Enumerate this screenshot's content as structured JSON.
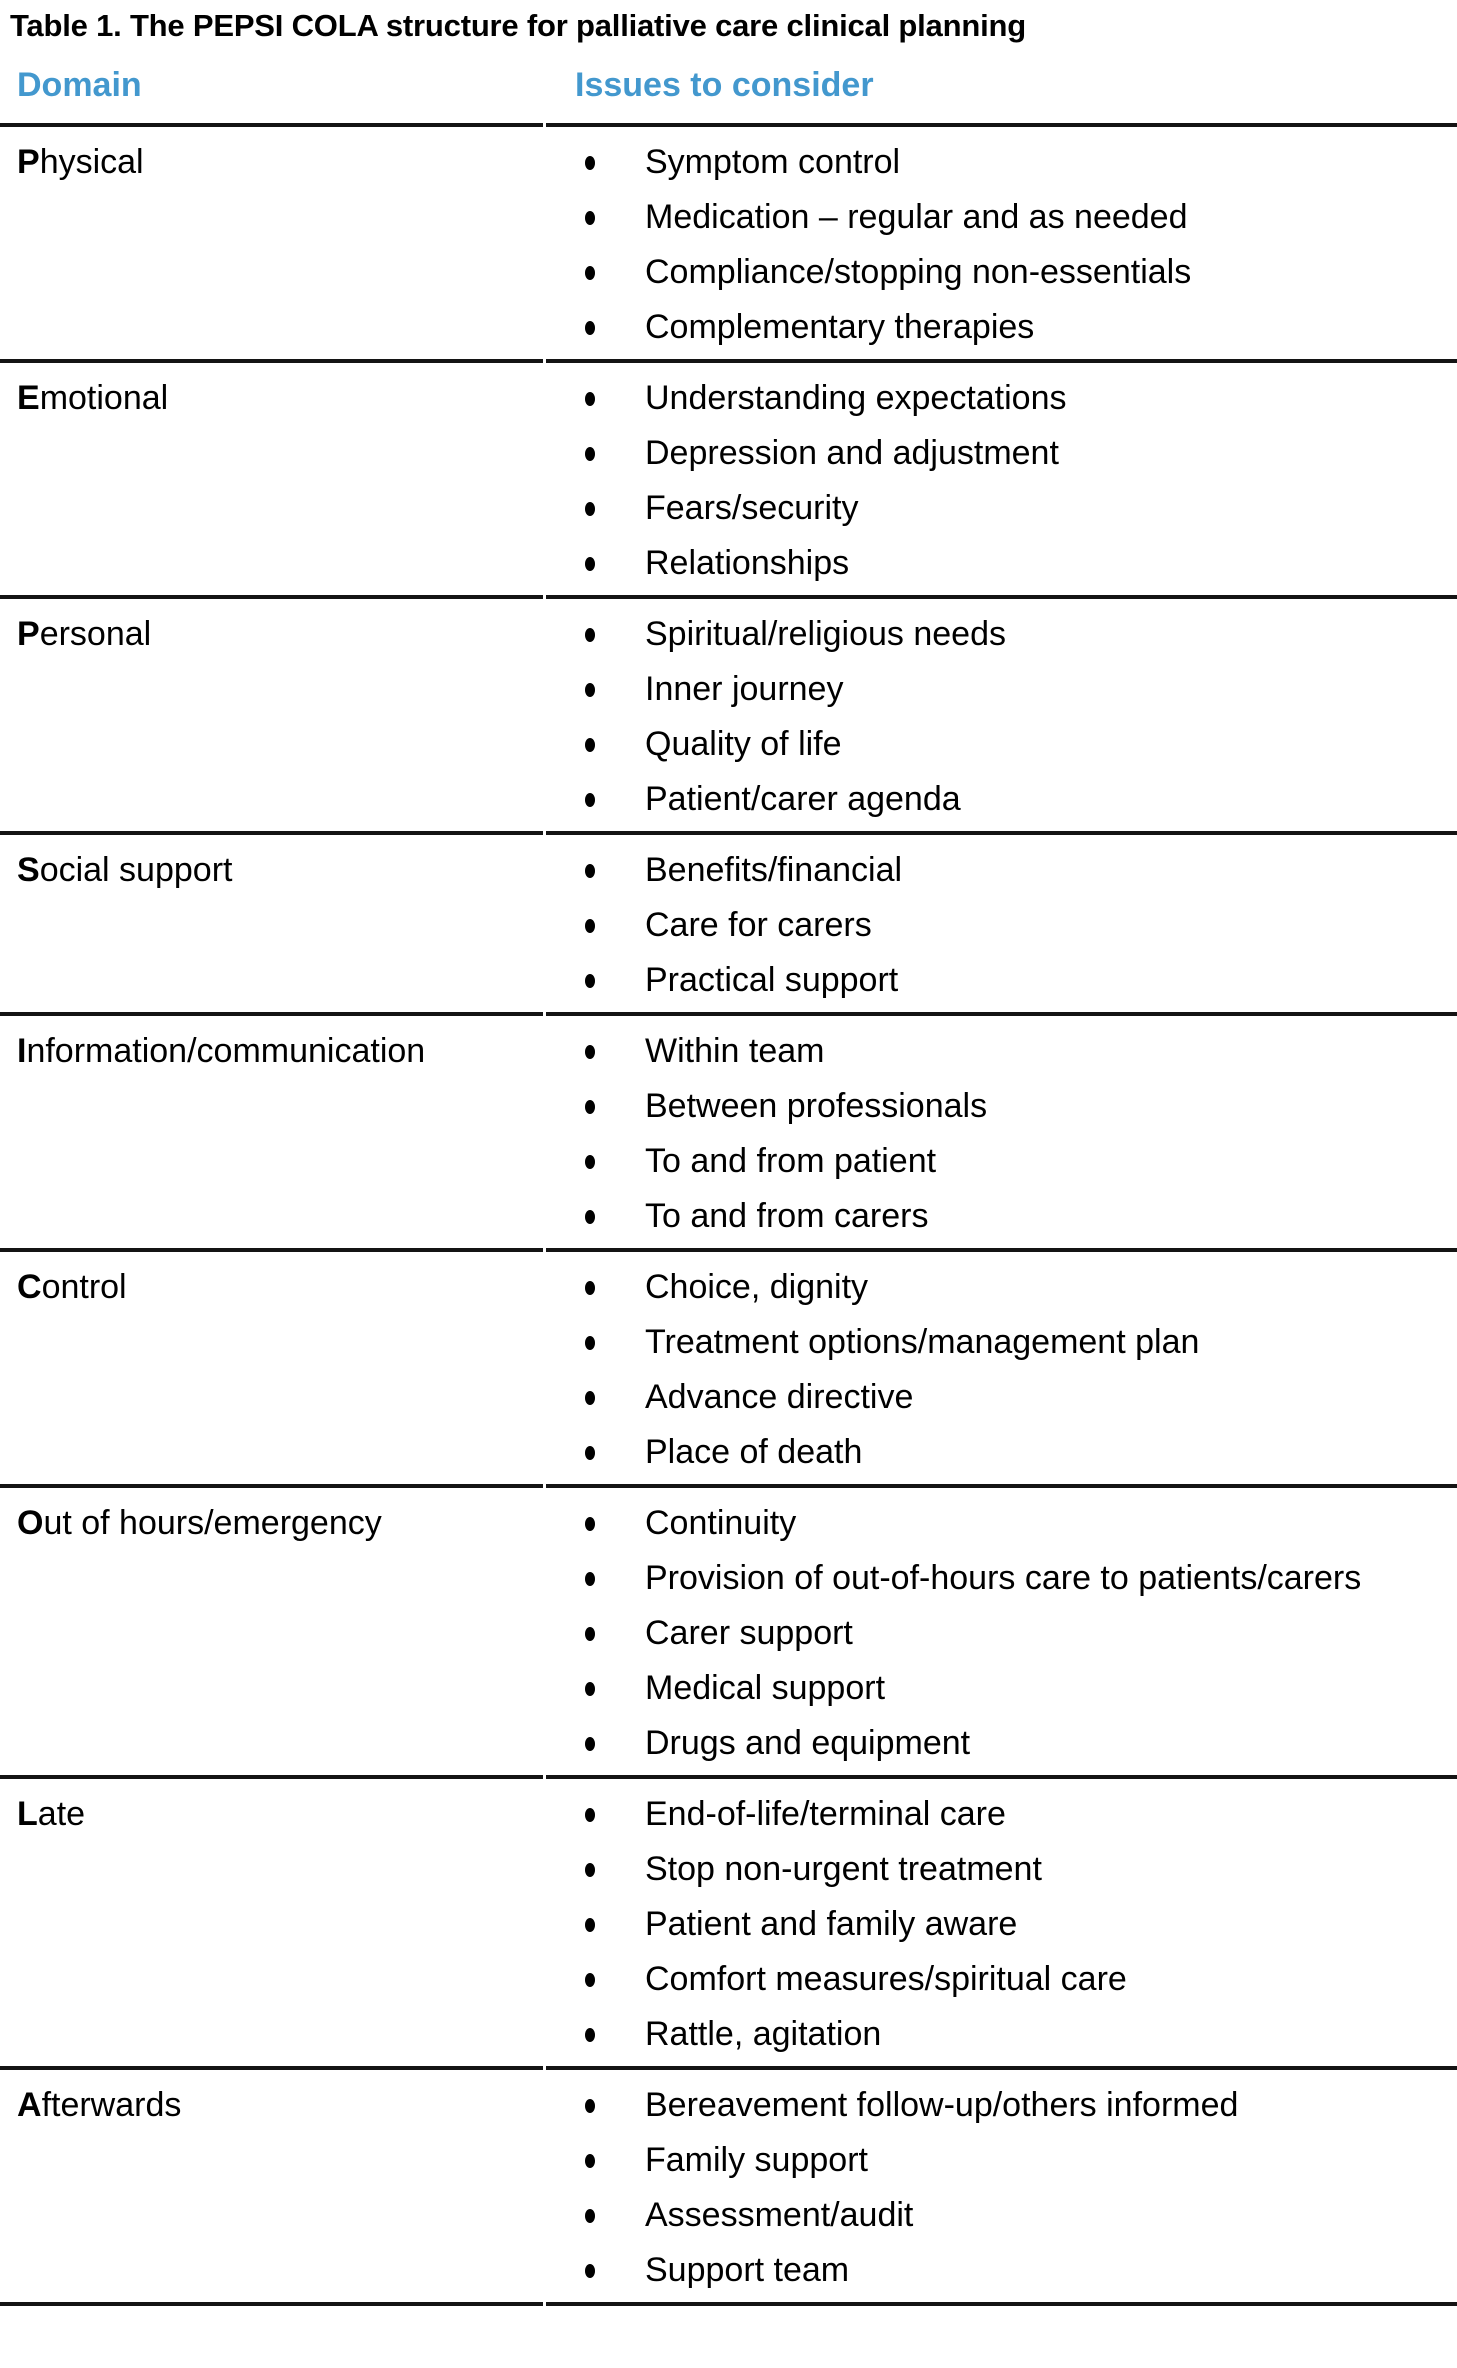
{
  "title": "Table 1. The PEPSI COLA structure for palliative care clinical planning",
  "accent_color": "#4398ce",
  "rule_color": "#141414",
  "table": {
    "headers": {
      "domain": "Domain",
      "issues": "Issues to consider"
    },
    "bullet_icon": "filled-dot",
    "sections": [
      {
        "domain": "Physical",
        "issues": [
          "Symptom control",
          "Medication – regular and as needed",
          "Compliance/stopping non-essentials",
          "Complementary therapies"
        ]
      },
      {
        "domain": "Emotional",
        "issues": [
          "Understanding expectations",
          "Depression and adjustment",
          "Fears/security",
          "Relationships"
        ]
      },
      {
        "domain": "Personal",
        "issues": [
          "Spiritual/religious needs",
          "Inner journey",
          "Quality of life",
          "Patient/carer agenda"
        ]
      },
      {
        "domain": "Social support",
        "issues": [
          "Benefits/financial",
          "Care for carers",
          "Practical support"
        ]
      },
      {
        "domain": "Information/communication",
        "issues": [
          "Within team",
          "Between professionals",
          "To and from patient",
          "To and from carers"
        ]
      },
      {
        "domain": "Control",
        "issues": [
          "Choice, dignity",
          "Treatment options/management plan",
          "Advance directive",
          "Place of death"
        ]
      },
      {
        "domain": "Out of hours/emergency",
        "issues": [
          "Continuity",
          "Provision of out-of-hours care to patients/carers",
          "Carer support",
          "Medical support",
          "Drugs and equipment"
        ]
      },
      {
        "domain": "Late",
        "issues": [
          "End-of-life/terminal care",
          "Stop non-urgent treatment",
          "Patient and family aware",
          "Comfort measures/spiritual care",
          "Rattle, agitation"
        ]
      },
      {
        "domain": "Afterwards",
        "issues": [
          "Bereavement follow-up/others informed",
          "Family support",
          "Assessment/audit",
          "Support team"
        ]
      }
    ]
  }
}
